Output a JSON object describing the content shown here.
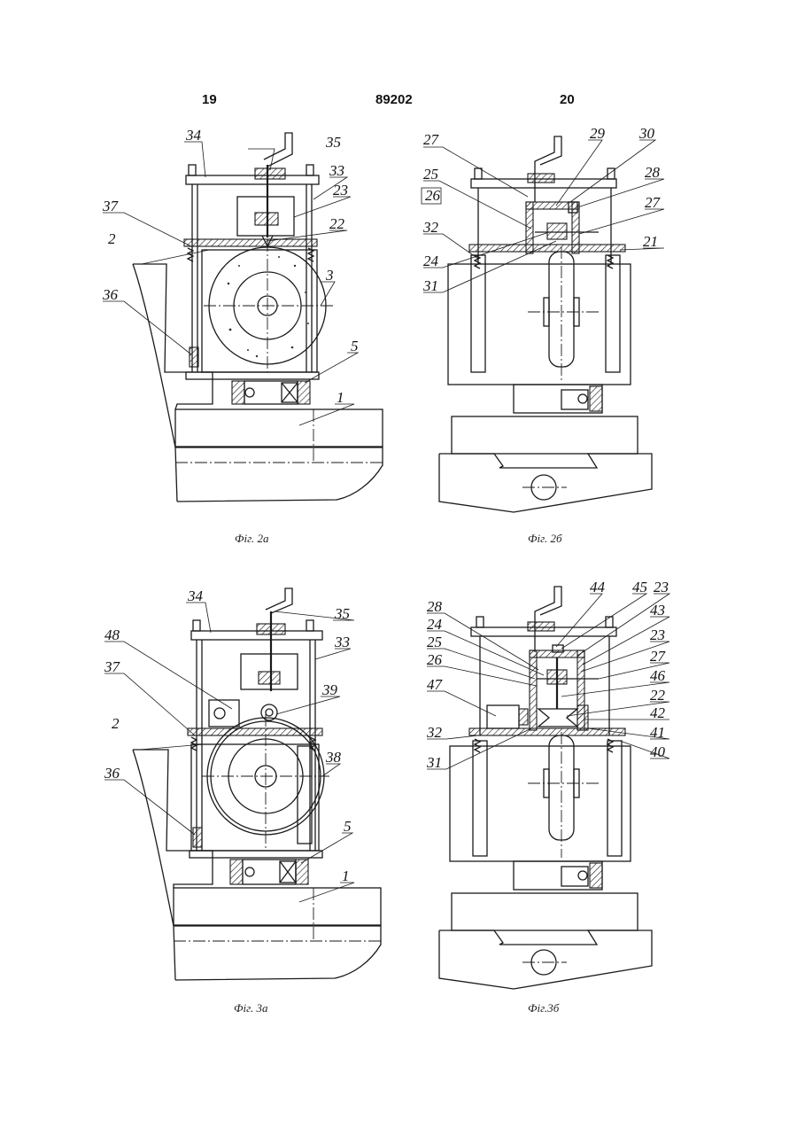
{
  "page": {
    "left_number": "19",
    "center_number": "89202",
    "right_number": "20"
  },
  "figures": [
    {
      "id": "fig2a",
      "caption": "Фіг. 2а",
      "labels": [
        "34",
        "35",
        "33",
        "23",
        "37",
        "22",
        "2",
        "3",
        "36",
        "5",
        "1"
      ]
    },
    {
      "id": "fig2b",
      "caption": "Фіг. 2б",
      "labels": [
        "27",
        "29",
        "30",
        "28",
        "25",
        "26",
        "27",
        "32",
        "21",
        "24",
        "31"
      ]
    },
    {
      "id": "fig3a",
      "caption": "Фіг. 3а",
      "labels": [
        "34",
        "35",
        "33",
        "48",
        "37",
        "39",
        "2",
        "38",
        "36",
        "5",
        "1"
      ]
    },
    {
      "id": "fig3b",
      "caption": "Фіг.3б",
      "labels": [
        "44",
        "45",
        "23",
        "28",
        "43",
        "24",
        "23",
        "25",
        "27",
        "26",
        "46",
        "47",
        "22",
        "42",
        "41",
        "32",
        "40",
        "31"
      ]
    }
  ]
}
